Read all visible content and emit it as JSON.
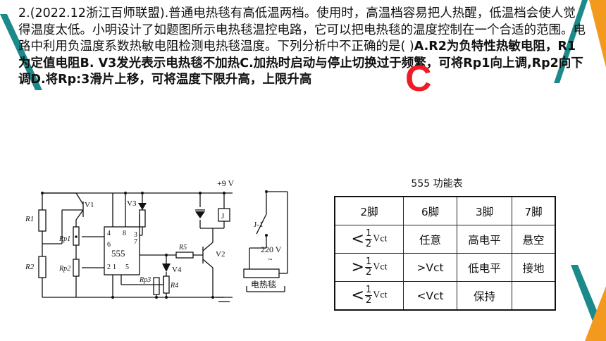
{
  "question": {
    "stem": "2.(2022.12浙江百师联盟).普通电热毯有高低温两档。使用时，高温档容易把人热醒，低温档会使人觉得温度太低。小明设计了如题图所示电热毯温控电路，它可以把电热毯的温度控制在一个合适的范围。电路中利用负温度系数热敏电阻检测电热毯温度。下列分析中不正确的是(      )",
    "options": "A.R2为负特性热敏电阻，R1为定值电阻B. V3发光表示电热毯不加热C.加热时启动与停止切换过于频繁，可将Rp1向上调,Rp2向下调D.将Rp:3滑片上移，可将温度下限升高，上限升高"
  },
  "answer": "C",
  "circuit": {
    "supply": "+9 V",
    "mains": "220 V",
    "mains_symbol": "~",
    "relay": "J",
    "contact": "J-1",
    "blanket": "电热毯",
    "chip": "555",
    "pins": [
      "4",
      "8",
      "3",
      "7",
      "6",
      "2",
      "1",
      "5"
    ],
    "labels": [
      "R1",
      "R2",
      "Rp1",
      "Rp2",
      "Rp3",
      "R4",
      "R5",
      "V1",
      "V2",
      "V3",
      "V4"
    ]
  },
  "table": {
    "title": "555 功能表",
    "headers": [
      "2脚",
      "6脚",
      "3脚",
      "7脚"
    ],
    "rows": [
      {
        "rel": "<",
        "frac_num": "1",
        "frac_den": "2",
        "vct": "Vct",
        "c6": "任意",
        "c3": "高电平",
        "c7": "悬空"
      },
      {
        "rel": ">",
        "frac_num": "1",
        "frac_den": "2",
        "vct": "Vct",
        "c6": ">Vct",
        "c3": "低电平",
        "c7": "接地"
      },
      {
        "rel": "<",
        "frac_num": "1",
        "frac_den": "2",
        "vct": "Vct",
        "c6": "<Vct",
        "c3": "保持",
        "c7": ""
      }
    ]
  },
  "colors": {
    "accent_orange": "#f39a1e",
    "accent_teal": "#1c8a8a",
    "answer_red": "#ee1c25"
  }
}
